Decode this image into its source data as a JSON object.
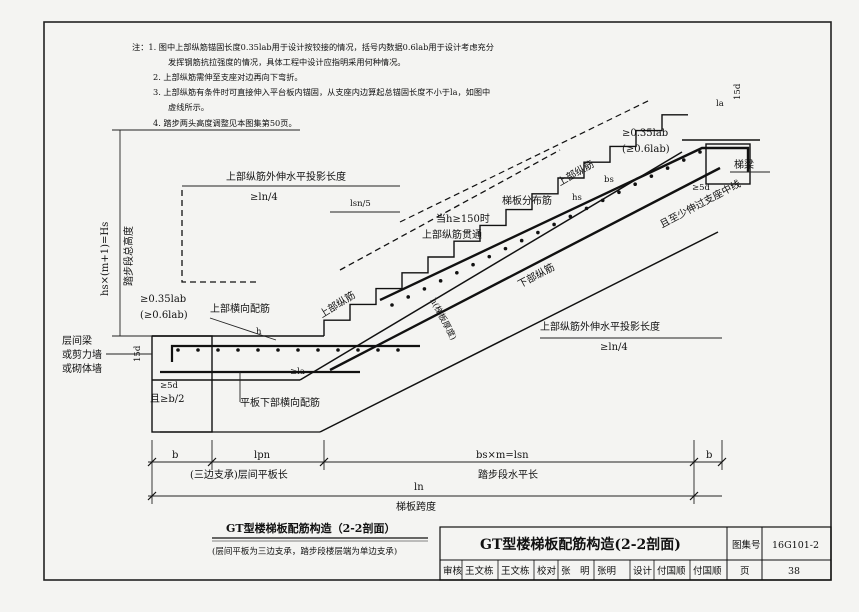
{
  "notes": [
    "注：1. 图中上部纵筋锚固长度0.35lab用于设计按铰接的情况，括号内数据0.6lab用于设计考虑充分",
    "发挥钢筋抗拉强度的情况，具体工程中设计应指明采用何种情况。",
    "2. 上部纵筋需伸至支座对边再向下弯折。",
    "3. 上部纵筋有条件时可直接伸入平台板内锚固，从支座内边算起总锚固长度不小于la，如图中",
    "虚线所示。",
    "4. 踏步两头高度调整见本图集第50页。"
  ],
  "labels": {
    "upper_proj_top": "上部纵筋外伸水平投影长度",
    "ln4_top": "≥ln/4",
    "lsn5": "lsn/5",
    "height_dim": "hs×(m+1)=Hs",
    "height_desc": "踏步段总高度",
    "anchor_left_1": "≥0.35lab",
    "anchor_left_2": "(≥0.6lab)",
    "upper_trans": "上部横向配筋",
    "upper_long_mid": "上部纵筋",
    "h_mark": "h",
    "distribution": "梯板分布筋",
    "h150": "当h≥150时",
    "upper_through": "上部纵筋贯通",
    "upper_long_top": "上部纵筋",
    "bs": "bs",
    "hs": "hs",
    "anchor_right_1": "≥0.35lab",
    "anchor_right_2": "(≥0.6lab)",
    "la": "la",
    "d15_right": "15d",
    "d5_right": "≥5d",
    "beam": "梯梁",
    "center_line": "且至少伸过支座中线",
    "lower_long": "下部纵筋",
    "thickness": "h(梯板厚度)",
    "upper_proj_bottom": "上部纵筋外伸水平投影长度",
    "ln4_bottom": "≥ln/4",
    "wall": [
      "层间梁",
      "或剪力墙",
      "或砌体墙"
    ],
    "d15_left": "15d",
    "d5_left": "≥5d",
    "b2": "且≥b/2",
    "la_left": "≥la",
    "lower_trans": "平板下部横向配筋",
    "b_left": "b",
    "lpn": "lpn",
    "span_step": "bs×m=lsn",
    "b_right": "b",
    "platform": "(三边支承)层间平板长",
    "step_len": "踏步段水平长",
    "ln": "ln",
    "span": "梯板跨度"
  },
  "caption": {
    "title": "GT型楼梯板配筋构造（2-2剖面）",
    "subtitle": "(层间平板为三边支承，踏步段楼层端为单边支承)"
  },
  "title_block": {
    "main_title": "GT型楼梯板配筋构造(2-2剖面)",
    "atlas_label": "图集号",
    "atlas_no": "16G101-2",
    "page_label": "页",
    "page_no": "38",
    "row": [
      "审核",
      "王文栋",
      "王文栋",
      "校对",
      "张　明",
      "张明",
      "设计",
      "付国顺",
      "付国顺"
    ]
  }
}
